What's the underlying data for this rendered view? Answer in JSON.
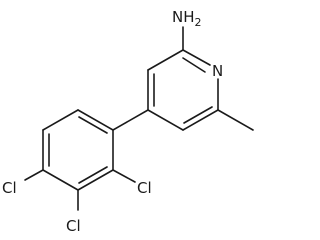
{
  "molecule": {
    "atoms": {
      "amine": "NH2",
      "ring_nitrogen": "N",
      "chlorine_2": "Cl",
      "chlorine_3": "Cl",
      "chlorine_4": "Cl"
    },
    "bond_color": "#1a1a1a",
    "label_color": "#1a1a1a"
  }
}
